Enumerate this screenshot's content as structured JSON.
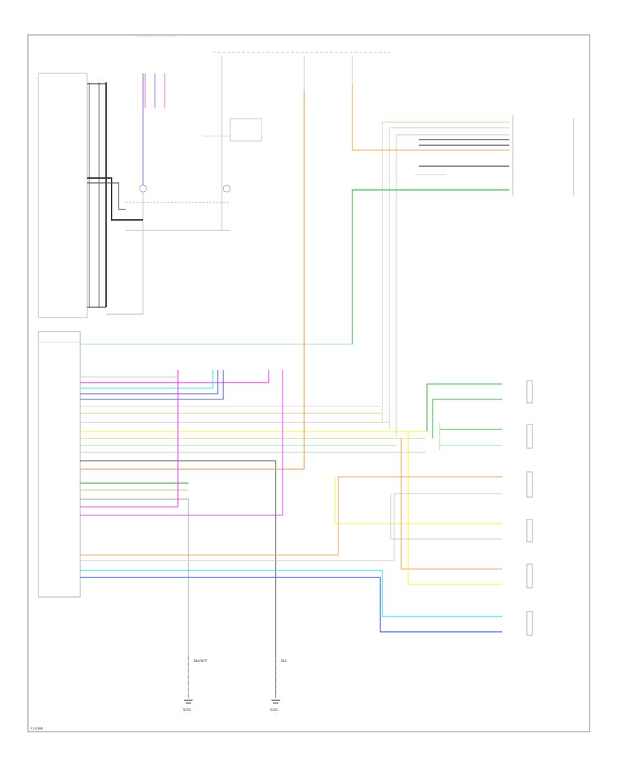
{
  "diagram": {
    "corner_tag": "F1-0396",
    "ground_left_label": "G200",
    "ground_right_label": "G201",
    "ground_left_wire": "BLK/WHT",
    "ground_right_wire": "BLK"
  },
  "colors": {
    "green": "#22c33a",
    "light_green": "#98e39a",
    "orange": "#f5a244",
    "magenta": "#ff33ff",
    "purple": "#8a50e0",
    "blue": "#3d55f0",
    "cyan": "#2ee8f4",
    "yellow": "#ffee2e",
    "tan": "#e2c88f",
    "gray": "#8a8a8a",
    "dark_gray": "#444444",
    "black": "#222222"
  }
}
